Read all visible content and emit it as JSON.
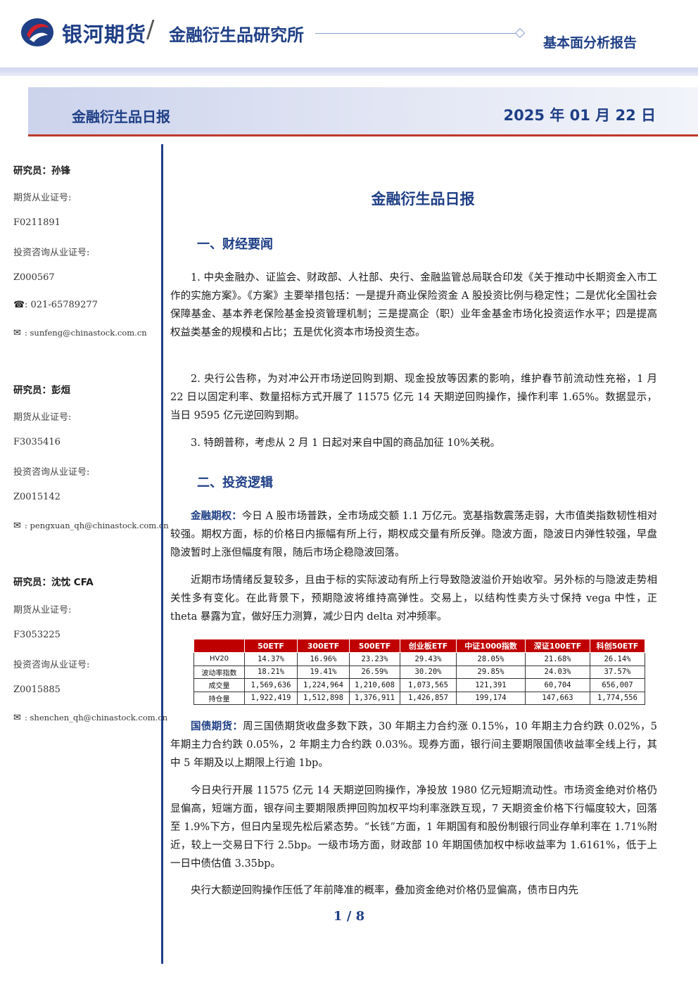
{
  "header": {
    "brand": "银河期货",
    "slash": "/",
    "institute": "金融衍生品研究所",
    "report_type": "基本面分析报告"
  },
  "banner": {
    "title": "金融衍生品日报",
    "date": "2025 年 01 月 22 日"
  },
  "sidebar": {
    "researchers": [
      {
        "name": "研究员：孙锋",
        "futures_label": "期货从业证号:",
        "futures_id": "F0211891",
        "consult_label": "投资咨询从业证号:",
        "consult_id": "Z000567",
        "phone": "021-65789277",
        "email": "sunfeng@chinastock.com.cn"
      },
      {
        "name": "研究员：彭烜",
        "futures_label": "期货从业证号:",
        "futures_id": "F3035416",
        "consult_label": "投资咨询从业证号:",
        "consult_id": "Z0015142",
        "email": "pengxuan_qh@chinastock.com.cn"
      },
      {
        "name": "研究员：沈忱 CFA",
        "futures_label": "期货从业证号:",
        "futures_id": "F3053225",
        "consult_label": "投资咨询从业证号:",
        "consult_id": "Z0015885",
        "email": "shenchen_qh@chinastock.com.cn"
      }
    ]
  },
  "main": {
    "title": "金融衍生品日报",
    "section1": "一、财经要闻",
    "news": [
      "1. 中央金融办、证监会、财政部、人社部、央行、金融监管总局联合印发《关于推动中长期资金入市工作的实施方案》。《方案》主要举措包括：一是提升商业保险资金 A 股投资比例与稳定性；二是优化全国社会保障基金、基本养老保险基金投资管理机制；三是提高企（职）业年金基金市场化投资运作水平；四是提高权益类基金的规模和占比；五是优化资本市场投资生态。",
      "2. 央行公告称，为对冲公开市场逆回购到期、现金投放等因素的影响，维护春节前流动性充裕，1 月 22 日以固定利率、数量招标方式开展了 11575 亿元 14 天期逆回购操作，操作利率 1.65%。数据显示，当日 9595 亿元逆回购到期。",
      "3. 特朗普称，考虑从 2 月 1 日起对来自中国的商品加征 10%关税。"
    ],
    "section2": "二、投资逻辑",
    "options_kw": "金融期权：",
    "options_p1": "今日 A 股市场普跌，全市场成交额 1.1 万亿元。宽基指数震荡走弱，大市值类指数韧性相对较强。期权方面，标的价格日内振幅有所上行，期权成交量有所反弹。隐波方面，隐波日内弹性较强，早盘隐波暂时上涨但幅度有限，随后市场企稳隐波回落。",
    "options_p2": "近期市场情绪反复较多，且由于标的实际波动有所上行导致隐波溢价开始收窄。另外标的与隐波走势相关性多有变化。在此背景下，预期隐波将维持高弹性。交易上，以结构性卖方头寸保持 vega 中性，正 theta 暴露为宜，做好压力测算，减少日内 delta 对冲频率。",
    "bond_kw": "国债期货：",
    "bond_p1": "周三国债期货收盘多数下跌，30 年期主力合约涨 0.15%，10 年期主力合约跌 0.02%，5 年期主力合约跌 0.05%，2 年期主力合约跌 0.03%。现券方面，银行间主要期限国债收益率全线上行，其中 5 年期及以上期限上行逾 1bp。",
    "bond_p2": "今日央行开展 11575 亿元 14 天期逆回购操作，净投放 1980 亿元短期流动性。市场资金绝对价格仍显偏高，短端方面，银存间主要期限质押回购加权平均利率涨跌互现，7 天期资金价格下行幅度较大，回落至 1.9%下方，但日内呈现先松后紧态势。“长钱”方面，1 年期国有和股份制银行同业存单利率在 1.71%附近，较上一交易日下行 2.5bp。一级市场方面，财政部 10 年期国债加权中标收益率为 1.6161%，低于上一日中债估值 3.35bp。",
    "bond_p3": "央行大额逆回购操作压低了年前降准的概率，叠加资金绝对价格仍显偏高，债市日内先"
  },
  "chart_data": {
    "type": "table",
    "columns": [
      "",
      "50ETF",
      "300ETF",
      "500ETF",
      "创业板ETF",
      "中证1000指数",
      "深证100ETF",
      "科创50ETF"
    ],
    "rows": [
      [
        "HV20",
        "14.37%",
        "16.96%",
        "23.23%",
        "29.43%",
        "28.05%",
        "21.68%",
        "26.14%"
      ],
      [
        "波动率指数",
        "18.21%",
        "19.41%",
        "26.59%",
        "30.20%",
        "29.85%",
        "24.03%",
        "37.57%"
      ],
      [
        "成交量",
        "1,569,636",
        "1,224,964",
        "1,210,608",
        "1,073,565",
        "121,391",
        "60,704",
        "656,007"
      ],
      [
        "持仓量",
        "1,922,419",
        "1,512,898",
        "1,376,911",
        "1,426,857",
        "199,174",
        "147,663",
        "1,774,556"
      ]
    ]
  },
  "footer": {
    "page_current": "1",
    "page_sep": "/",
    "page_total": "8"
  },
  "colors": {
    "brand_blue": "#1f3f86",
    "header_red": "#c00000"
  }
}
